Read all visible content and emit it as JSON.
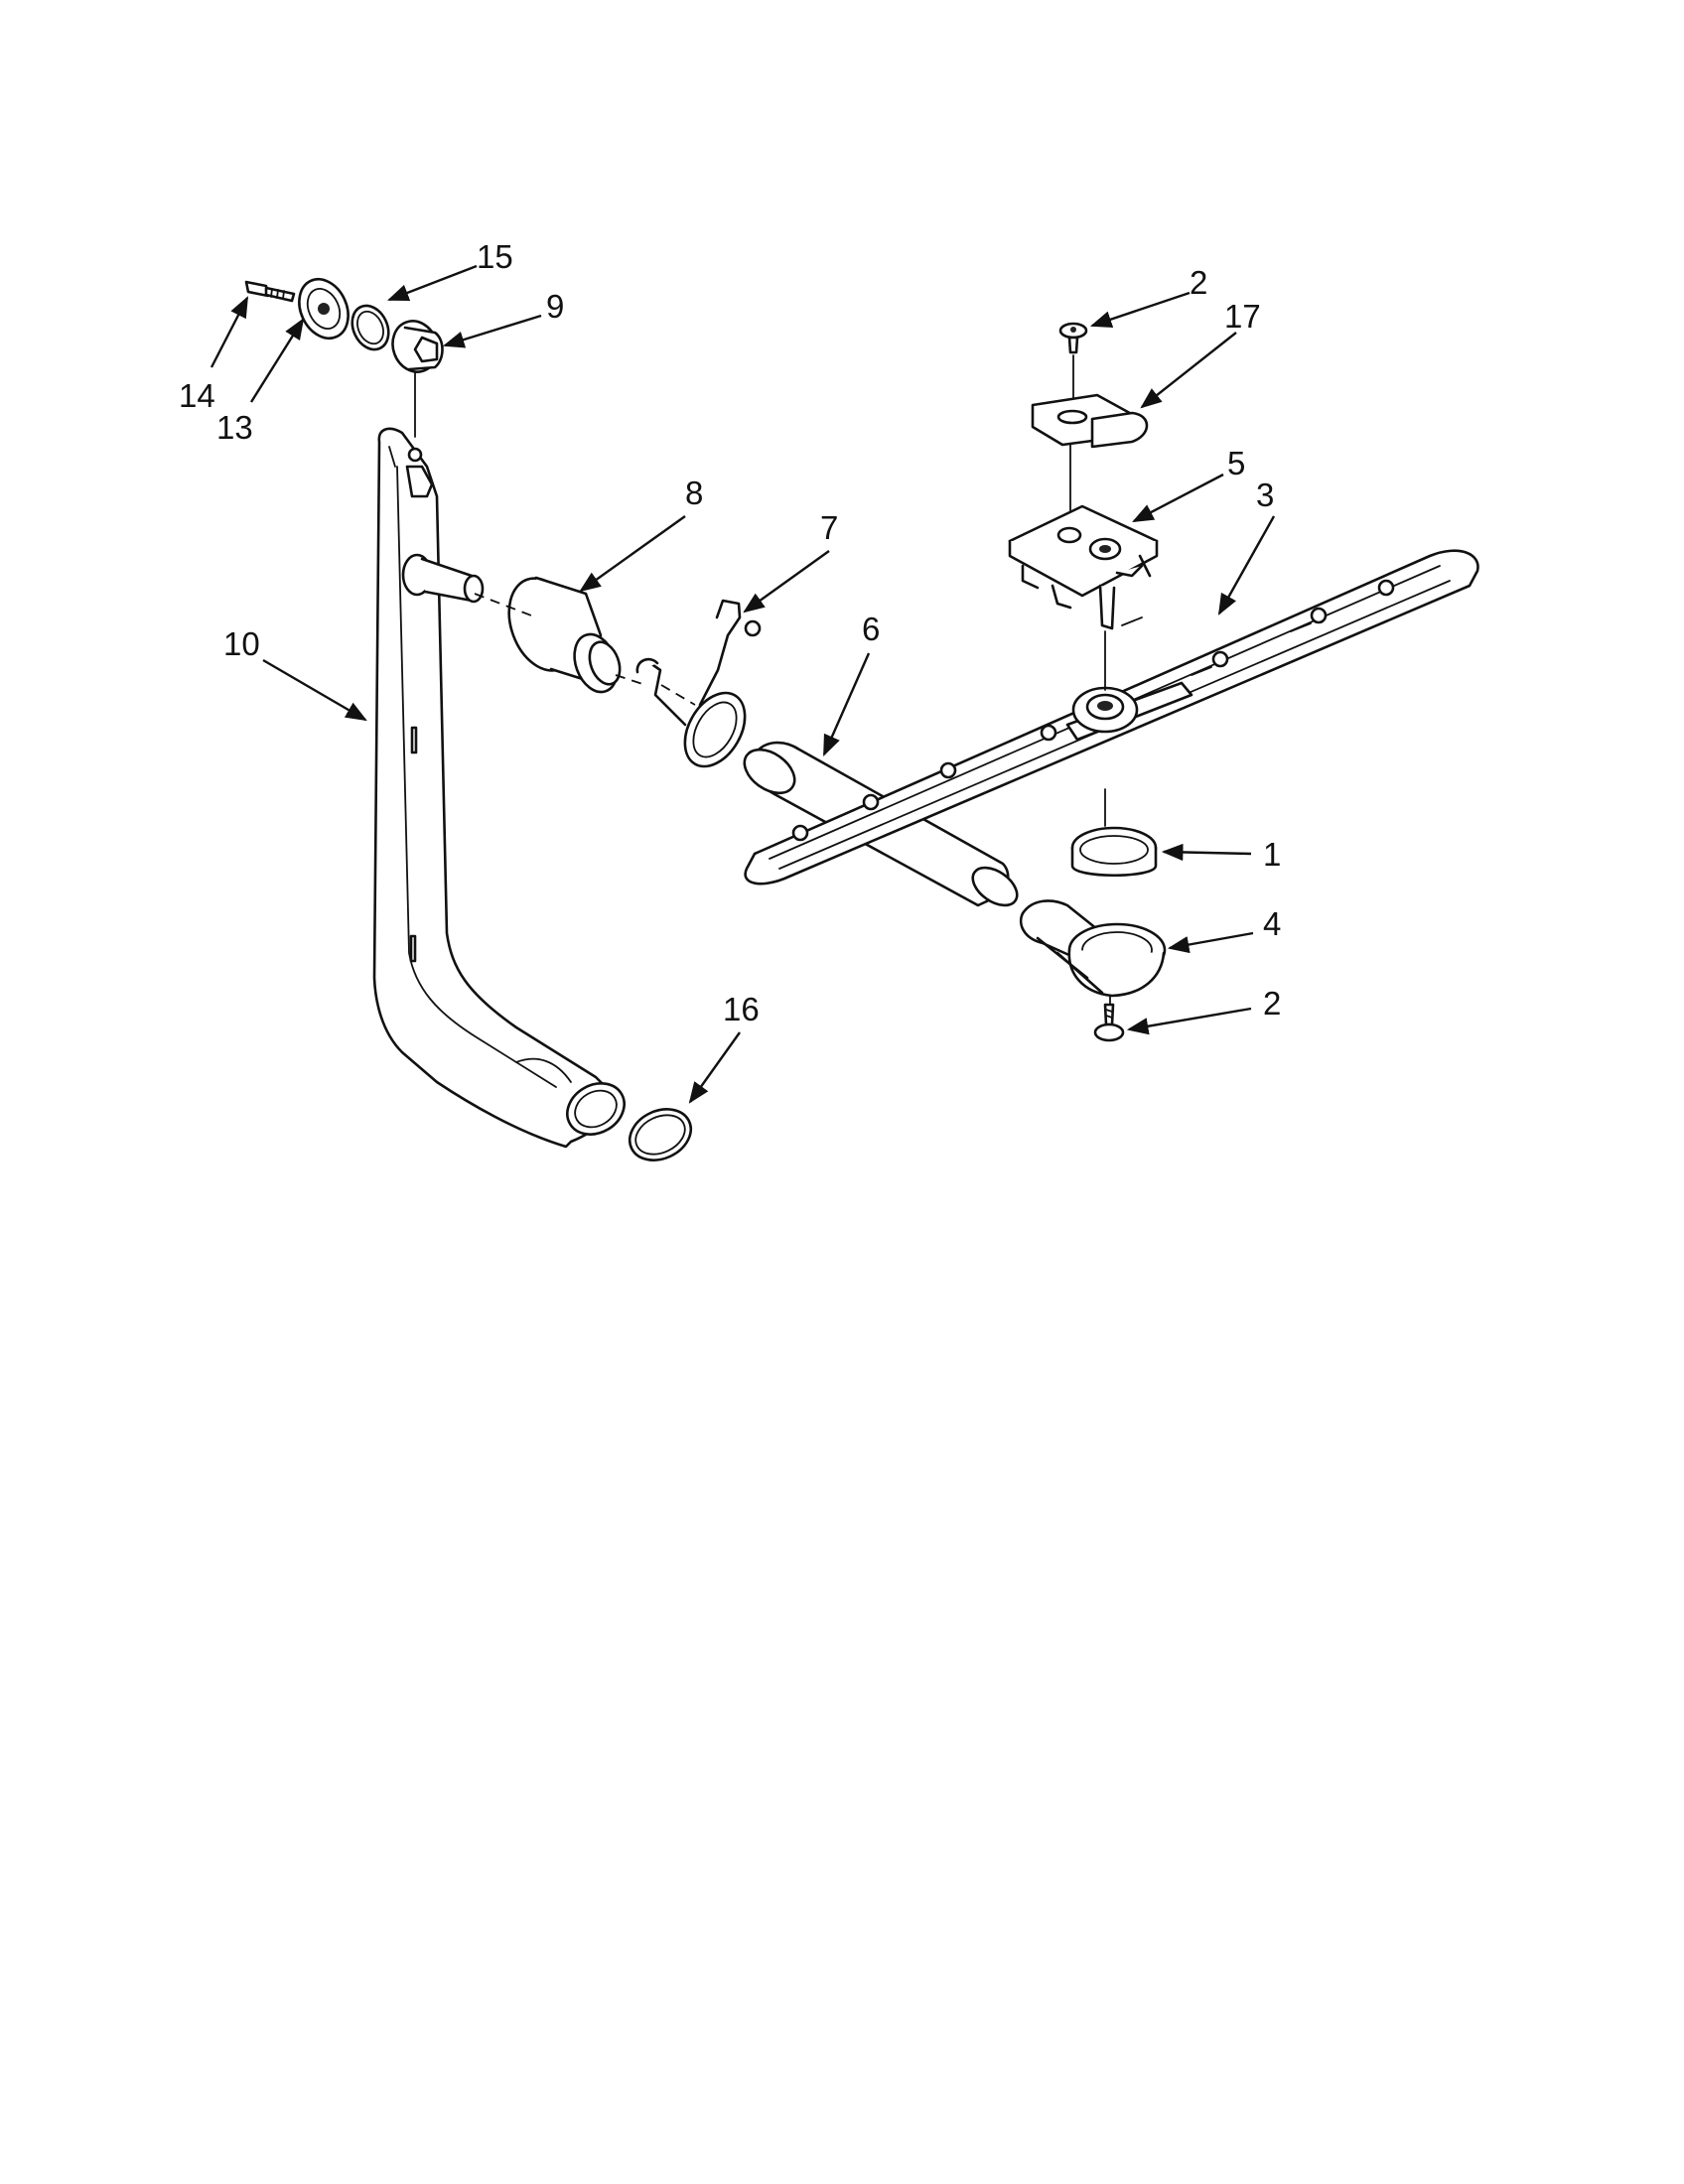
{
  "diagram": {
    "callouts": [
      {
        "id": "c1",
        "label": "1"
      },
      {
        "id": "c2a",
        "label": "2"
      },
      {
        "id": "c2b",
        "label": "2"
      },
      {
        "id": "c3",
        "label": "3"
      },
      {
        "id": "c4",
        "label": "4"
      },
      {
        "id": "c5",
        "label": "5"
      },
      {
        "id": "c6",
        "label": "6"
      },
      {
        "id": "c7",
        "label": "7"
      },
      {
        "id": "c8",
        "label": "8"
      },
      {
        "id": "c9",
        "label": "9"
      },
      {
        "id": "c10",
        "label": "10"
      },
      {
        "id": "c13",
        "label": "13"
      },
      {
        "id": "c14",
        "label": "14"
      },
      {
        "id": "c15",
        "label": "15"
      },
      {
        "id": "c16",
        "label": "16"
      },
      {
        "id": "c17",
        "label": "17"
      }
    ]
  }
}
